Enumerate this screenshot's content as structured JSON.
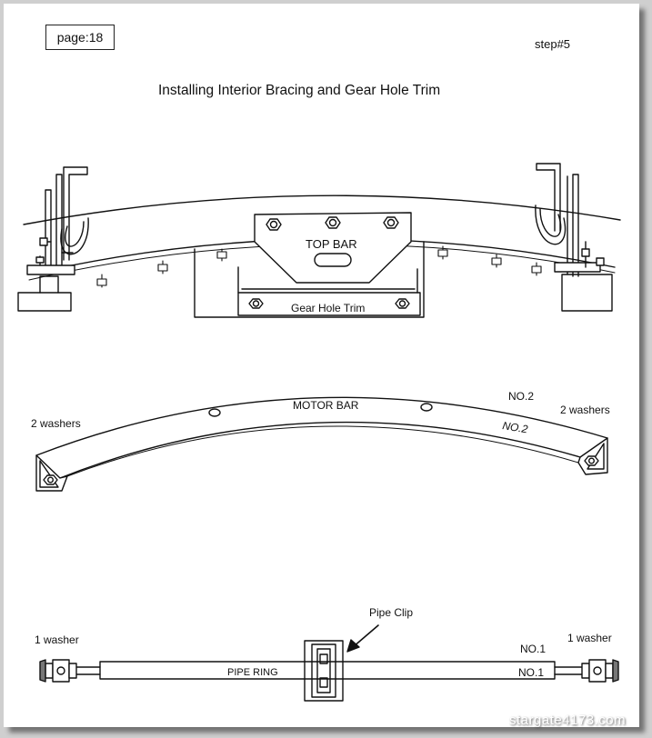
{
  "header": {
    "page_label": "page:18",
    "step_label": "step#5",
    "title": "Installing Interior Bracing and Gear Hole Trim"
  },
  "diagram_top": {
    "top_bar_label": "TOP BAR",
    "gear_hole_trim_label": "Gear Hole Trim"
  },
  "diagram_middle": {
    "motor_bar_label": "MOTOR BAR",
    "no2_label_top": "NO.2",
    "no2_label_inner": "NO.2",
    "left_washers": "2 washers",
    "right_washers": "2 washers"
  },
  "diagram_bottom": {
    "pipe_clip_label": "Pipe Clip",
    "pipe_ring_label": "PIPE RING",
    "no1_label_top": "NO.1",
    "no1_label_bar": "NO.1",
    "left_washer": "1 washer",
    "right_washer": "1 washer"
  },
  "footer": {
    "watermark": "stargate4173.com"
  },
  "colors": {
    "ink": "#111111",
    "paper": "#ffffff",
    "frame": "#cfcfcf"
  }
}
